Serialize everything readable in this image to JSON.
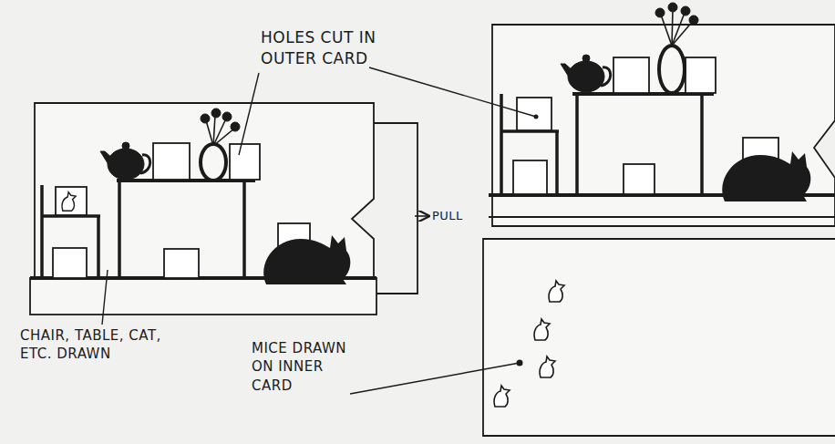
{
  "diagram": {
    "labels": [
      "HOLES CUT IN OUTER CARD",
      "PULL",
      "CHAIR, TABLE, CAT, ETC. DRAWN",
      "MICE DRAWN ON INNER CARD"
    ]
  }
}
